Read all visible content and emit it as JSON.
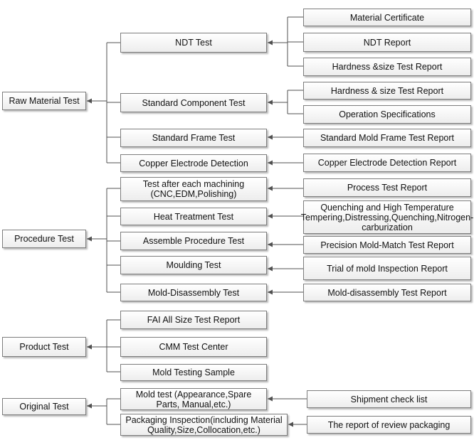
{
  "groups": [
    {
      "label": "Raw  Material Test",
      "items": [
        {
          "label": "NDT Test",
          "reports": [
            "Material Certificate",
            "NDT Report",
            "Hardness &size Test Report"
          ]
        },
        {
          "label": "Standard Component Test",
          "reports": [
            "Hardness & size Test Report",
            "Operation Specifications"
          ]
        },
        {
          "label": "Standard Frame Test",
          "reports": [
            "Standard Mold Frame Test Report"
          ]
        },
        {
          "label": "Copper Electrode Detection",
          "reports": [
            "Copper Electrode Detection Report"
          ]
        }
      ]
    },
    {
      "label": "Procedure Test",
      "items": [
        {
          "label": "Test after each machining (CNC,EDM,Polishing)",
          "reports": [
            "Process Test Report"
          ]
        },
        {
          "label": "Heat Treatment Test",
          "reports": [
            "Quenching and High Temperature Tempering,Distressing,Quenching,Nitrogen-carburization"
          ]
        },
        {
          "label": "Assemble Procedure Test",
          "reports": [
            "Precision Mold-Match Test Report"
          ]
        },
        {
          "label": "Moulding Test",
          "reports": [
            "Trial of mold Inspection Report"
          ]
        },
        {
          "label": "Mold-Disassembly Test",
          "reports": [
            "Mold-disassembly Test Report"
          ]
        }
      ]
    },
    {
      "label": "Product Test",
      "items": [
        {
          "label": "FAI  All Size Test Report",
          "reports": []
        },
        {
          "label": "CMM Test Center",
          "reports": []
        },
        {
          "label": "Mold Testing Sample",
          "reports": []
        }
      ]
    },
    {
      "label": "Original Test",
      "items": [
        {
          "label": "Mold test (Appearance,Spare Parts, Manual,etc.)",
          "reports": [
            "Shipment check list"
          ]
        },
        {
          "label": "Packaging Inspection(including Material Quality,Size,Collocation,etc.)",
          "reports": [
            "The report of review packaging"
          ]
        }
      ]
    }
  ]
}
